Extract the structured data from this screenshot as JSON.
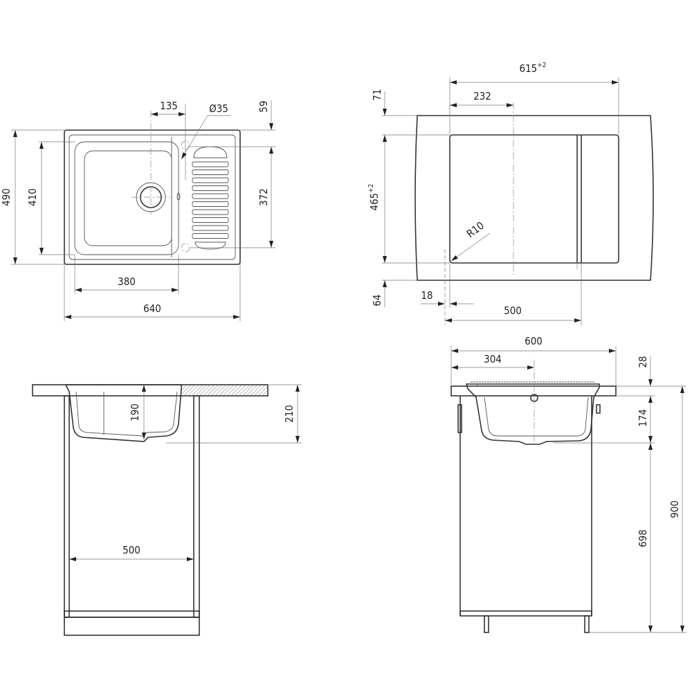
{
  "views": {
    "top_view": {
      "dims": {
        "d135": "135",
        "d_diam": "Ø35",
        "d59": "59",
        "d490": "490",
        "d410": "410",
        "d372": "372",
        "d380": "380",
        "d640": "640"
      }
    },
    "cutout_view": {
      "dims": {
        "d615": "615",
        "d615_tol": "+2",
        "d232": "232",
        "d71": "71",
        "d465": "465",
        "d465_tol": "+2",
        "r10": "R10",
        "d64": "64",
        "d18": "18",
        "d500": "500"
      }
    },
    "front_section": {
      "dims": {
        "d190": "190",
        "d210": "210",
        "d500": "500"
      }
    },
    "side_section": {
      "dims": {
        "d600": "600",
        "d304": "304",
        "d28": "28",
        "d174": "174",
        "d900": "900",
        "d698": "698"
      }
    }
  }
}
